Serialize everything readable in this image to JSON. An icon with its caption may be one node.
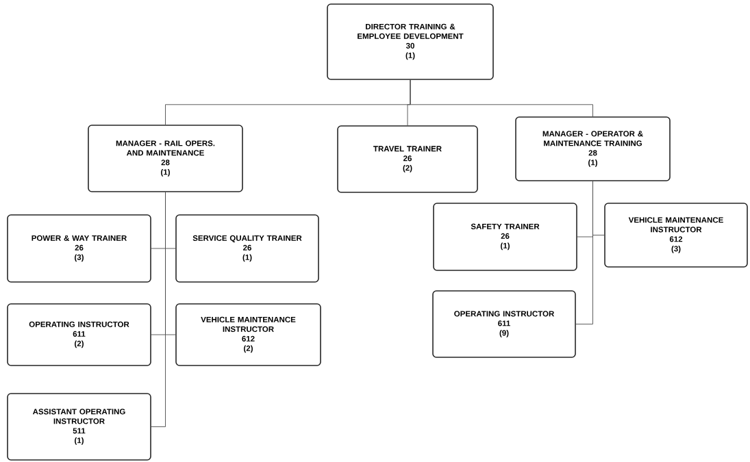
{
  "diagram": {
    "nodes": [
      {
        "text": [
          "DIRECTOR TRAINING & EMPLOYEE DEVELOPMENT",
          "30",
          "(1)"
        ]
      },
      {
        "text": [
          "MANAGER - RAIL OPERS. AND MAINTENANCE",
          "28",
          "(1)"
        ]
      },
      {
        "text": [
          "TRAVEL TRAINER",
          "26",
          "(2)"
        ]
      },
      {
        "text": [
          "MANAGER - OPERATOR & MAINTENANCE TRAINING",
          "28",
          "(1)"
        ]
      },
      {
        "text": [
          "POWER & WAY TRAINER",
          "26",
          "(3)"
        ]
      },
      {
        "text": [
          "SERVICE QUALITY TRAINER",
          "26",
          "(1)"
        ]
      },
      {
        "text": [
          "OPERATING INSTRUCTOR",
          "611",
          "(2)"
        ]
      },
      {
        "text": [
          "VEHICLE MAINTENANCE INSTRUCTOR",
          "612",
          "(2)"
        ]
      },
      {
        "text": [
          "ASSISTANT OPERATING INSTRUCTOR",
          "511",
          "(1)"
        ]
      },
      {
        "text": [
          "SAFETY TRAINER",
          "26",
          "(1)"
        ]
      },
      {
        "text": [
          "VEHICLE MAINTENANCE INSTRUCTOR",
          "612",
          "(3)"
        ]
      },
      {
        "text": [
          "OPERATING INSTRUCTOR",
          "611",
          "(9)"
        ]
      }
    ],
    "edges": [
      {
        "from": 0,
        "to": 1,
        "arrow": "none"
      },
      {
        "from": 0,
        "to": 2,
        "arrow": "none"
      },
      {
        "from": 0,
        "to": 3,
        "arrow": "none"
      },
      {
        "from": 1,
        "to": 4,
        "arrow": "none"
      },
      {
        "from": 1,
        "to": 5,
        "arrow": "none"
      },
      {
        "from": 1,
        "to": 6,
        "arrow": "none"
      },
      {
        "from": 1,
        "to": 7,
        "arrow": "none"
      },
      {
        "from": 1,
        "to": 8,
        "arrow": "none"
      },
      {
        "from": 3,
        "to": 9,
        "arrow": "none"
      },
      {
        "from": 3,
        "to": 10,
        "arrow": "none"
      },
      {
        "from": 3,
        "to": 11,
        "arrow": "none"
      }
    ]
  }
}
